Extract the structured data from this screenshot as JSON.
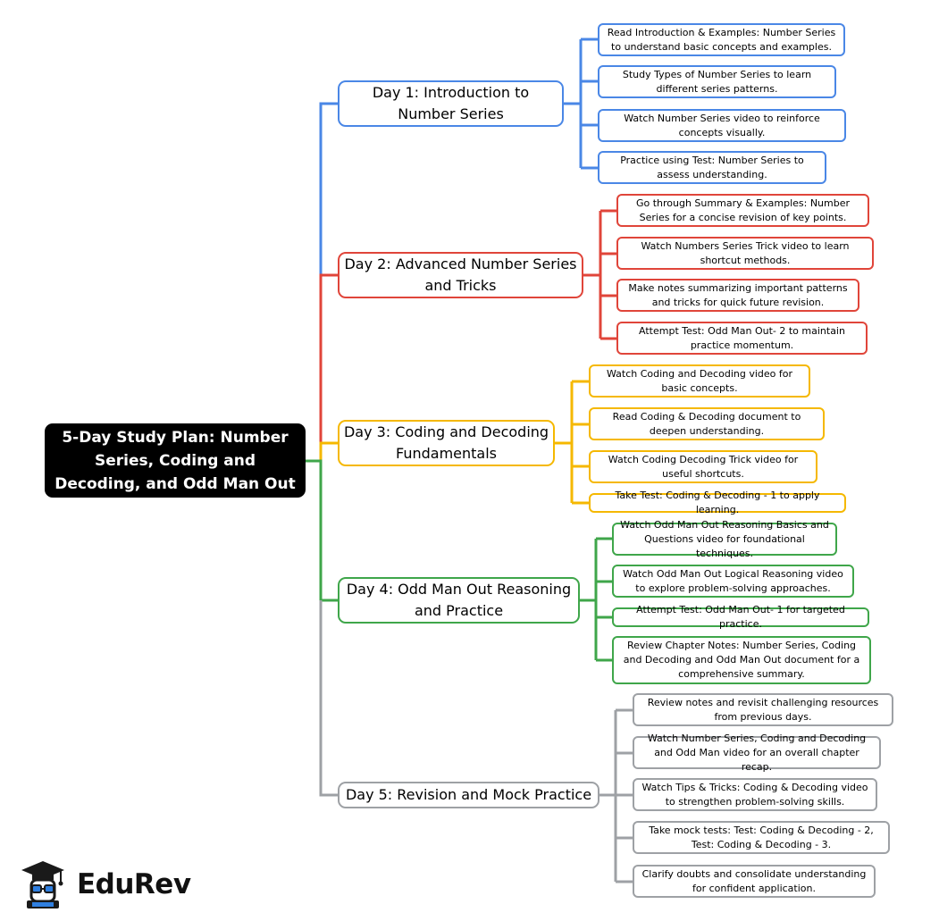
{
  "root": {
    "title": "5-Day Study Plan: Number Series, Coding and Decoding, and Odd Man Out"
  },
  "colors": {
    "day1": "#4a87e6",
    "day2": "#e0453a",
    "day3": "#f5b800",
    "day4": "#3fa64a",
    "day5": "#9ea1a5"
  },
  "days": [
    {
      "title": "Day 1: Introduction to Number Series",
      "tasks": [
        "Read Introduction & Examples: Number Series to understand basic concepts and examples.",
        "Study Types of Number Series to learn different series patterns.",
        "Watch Number Series video to reinforce concepts visually.",
        "Practice using Test: Number Series to assess understanding."
      ]
    },
    {
      "title": "Day 2: Advanced Number Series and Tricks",
      "tasks": [
        "Go through Summary & Examples: Number Series for a concise revision of key points.",
        "Watch Numbers Series Trick video to learn shortcut methods.",
        "Make notes summarizing important patterns and tricks for quick future revision.",
        "Attempt Test: Odd Man Out- 2 to maintain practice momentum."
      ]
    },
    {
      "title": "Day 3: Coding and Decoding Fundamentals",
      "tasks": [
        "Watch Coding and Decoding video for basic concepts.",
        "Read Coding & Decoding document to deepen understanding.",
        "Watch Coding Decoding Trick video for useful shortcuts.",
        "Take Test: Coding & Decoding - 1 to apply learning."
      ]
    },
    {
      "title": "Day 4: Odd Man Out Reasoning and Practice",
      "tasks": [
        "Watch Odd Man Out Reasoning Basics and Questions video for foundational techniques.",
        "Watch Odd Man Out Logical Reasoning video to explore problem-solving approaches.",
        "Attempt Test: Odd Man Out- 1 for targeted practice.",
        "Review Chapter Notes: Number Series, Coding and Decoding and Odd Man Out document for a comprehensive summary."
      ]
    },
    {
      "title": "Day 5: Revision and Mock Practice",
      "tasks": [
        "Review notes and revisit challenging resources from previous days.",
        "Watch Number Series, Coding and Decoding and Odd Man video for an overall chapter recap.",
        "Watch Tips & Tricks: Coding & Decoding video to strengthen problem-solving skills.",
        "Take mock tests: Test: Coding & Decoding - 2, Test: Coding & Decoding - 3.",
        "Clarify doubts and consolidate understanding for confident application."
      ]
    }
  ],
  "logo": {
    "text": "EduRev"
  }
}
